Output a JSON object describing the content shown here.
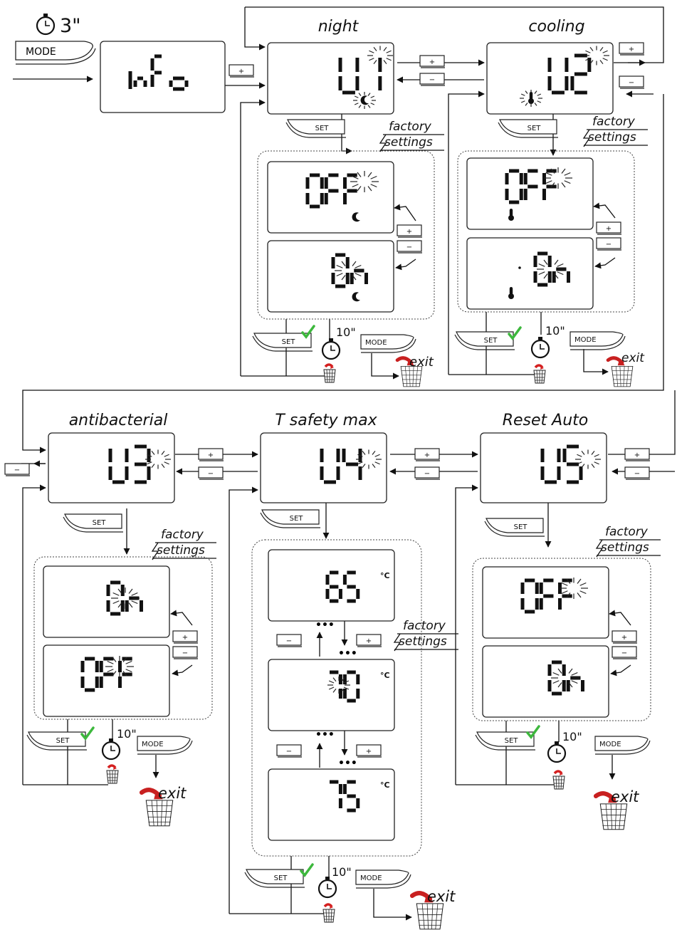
{
  "intro": {
    "timer_label": "3\"",
    "mode_label": "MODE",
    "info_text": "inFo"
  },
  "buttons": {
    "plus": "+",
    "minus": "−",
    "set": "SET",
    "mode": "MODE"
  },
  "factory_settings": {
    "line1": "factory",
    "line2": "settings"
  },
  "timer_10": "10\"",
  "exit_label": "exit",
  "night": {
    "title": "night",
    "code": "U1",
    "value_top": "OFF",
    "value_bottom": "On"
  },
  "cooling": {
    "title": "cooling",
    "code": "U2",
    "value_top": "OFF",
    "value_bottom": "On"
  },
  "antibacterial": {
    "title": "antibacterial",
    "code": "U3",
    "value_top": "On",
    "value_bottom": "OFF"
  },
  "tsafety": {
    "title": "T safety max",
    "code": "U4",
    "values": [
      "65",
      "70",
      "75"
    ],
    "unit": "°C"
  },
  "reset_auto": {
    "title": "Reset Auto",
    "code": "U5",
    "value_top": "OFF",
    "value_bottom": "On"
  },
  "icons": {
    "moon": "moon-icon",
    "thermometer": "thermometer-icon",
    "timer": "timer-icon",
    "basket": "basket-icon",
    "check": "check-icon"
  },
  "colors": {
    "check": "#3db83d",
    "exit_arrow": "#d42020"
  }
}
